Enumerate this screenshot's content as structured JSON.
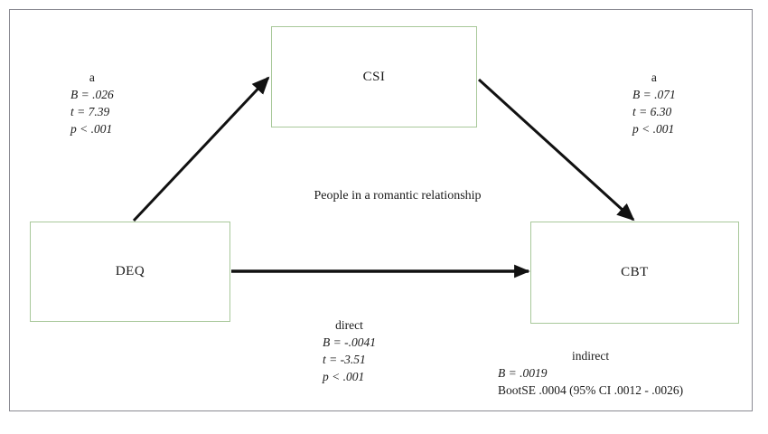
{
  "diagram": {
    "group_title": "People in a romantic relationship",
    "nodes": {
      "csi": "CSI",
      "deq": "DEQ",
      "cbt": "CBT"
    },
    "paths": {
      "a_left": {
        "label": "a",
        "b": "B = .026",
        "t": "t = 7.39",
        "p": "p < .001"
      },
      "a_right": {
        "label": "a",
        "b": "B = .071",
        "t": "t = 6.30",
        "p": "p < .001"
      },
      "direct": {
        "label": "direct",
        "b": "B = -.0041",
        "t": "t = -3.51",
        "p": "p < .001"
      },
      "indirect": {
        "label": "indirect",
        "b": "B = .0019",
        "bootse": "BootSE .0004 (95% CI .0012 - .0026)"
      }
    },
    "colors": {
      "node_border": "#a8c89a",
      "arrow": "#111111",
      "frame": "#8a8a92",
      "text": "#1a1a1a"
    }
  }
}
